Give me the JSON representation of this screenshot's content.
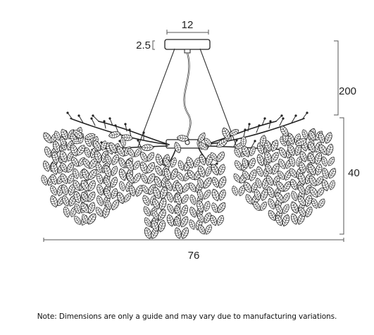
{
  "dimensions": {
    "canopy_width": "12",
    "canopy_height": "2.5",
    "drop": "200",
    "body_height": "40",
    "overall_width": "76"
  },
  "note": "Note: Dimensions are only a guide and may vary due to manufacturing variations.",
  "colors": {
    "line": "#222222",
    "dimension_line": "#555555",
    "background": "#ffffff"
  }
}
